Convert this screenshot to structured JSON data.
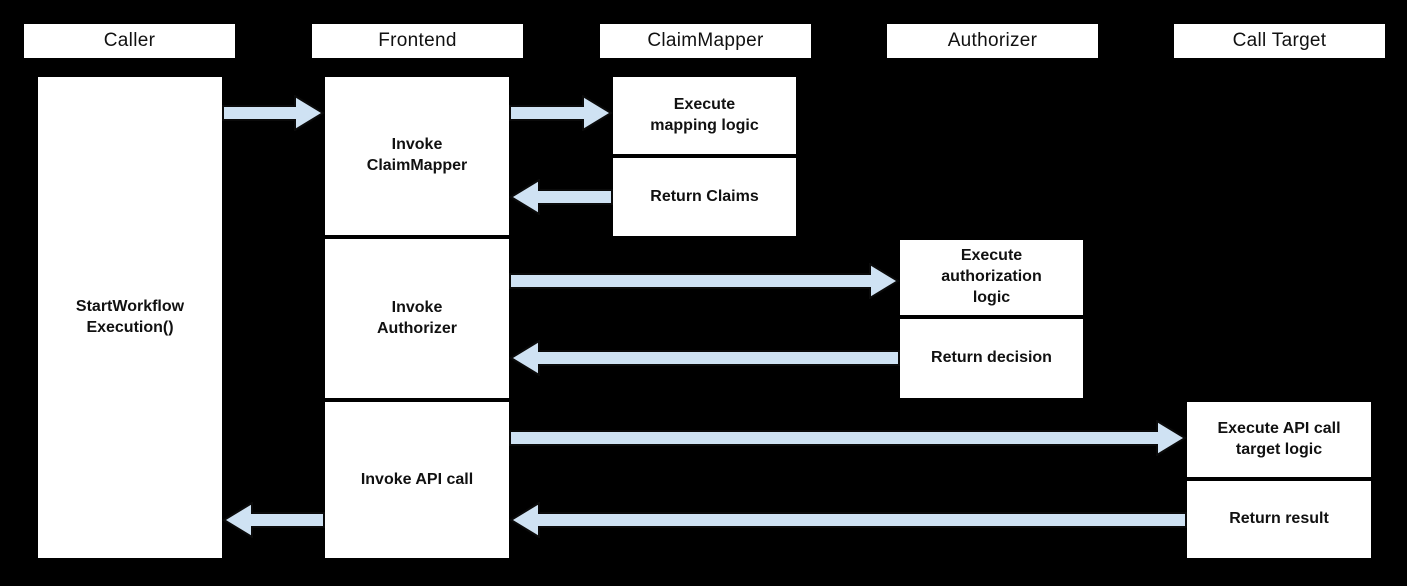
{
  "lanes": {
    "caller": "Caller",
    "frontend": "Frontend",
    "claim_mapper": "ClaimMapper",
    "authorizer": "Authorizer",
    "call_target": "Call Target"
  },
  "boxes": {
    "caller_activity": "StartWorkflow\nExecution()",
    "invoke_claimmapper": "Invoke\nClaimMapper",
    "invoke_authorizer": "Invoke\nAuthorizer",
    "invoke_api_call": "Invoke API call",
    "execute_mapping": "Execute\nmapping logic",
    "return_claims": "Return Claims",
    "execute_authorization": "Execute\nauthorization\nlogic",
    "return_decision": "Return decision",
    "execute_api_target": "Execute API call\ntarget logic",
    "return_result": "Return result"
  },
  "arrows": [
    {
      "from": "Caller",
      "to": "Frontend"
    },
    {
      "from": "Frontend",
      "to": "ClaimMapper"
    },
    {
      "from": "ClaimMapper",
      "to": "Frontend"
    },
    {
      "from": "Frontend",
      "to": "Authorizer"
    },
    {
      "from": "Authorizer",
      "to": "Frontend"
    },
    {
      "from": "Frontend",
      "to": "Call Target"
    },
    {
      "from": "Call Target",
      "to": "Frontend"
    },
    {
      "from": "Frontend",
      "to": "Caller"
    }
  ],
  "colors": {
    "background": "#000000",
    "box_fill": "#ffffff",
    "box_border": "#000000",
    "arrow_fill": "#cfe2f3",
    "arrow_stroke": "#0a0a0a",
    "text": "#111111"
  }
}
